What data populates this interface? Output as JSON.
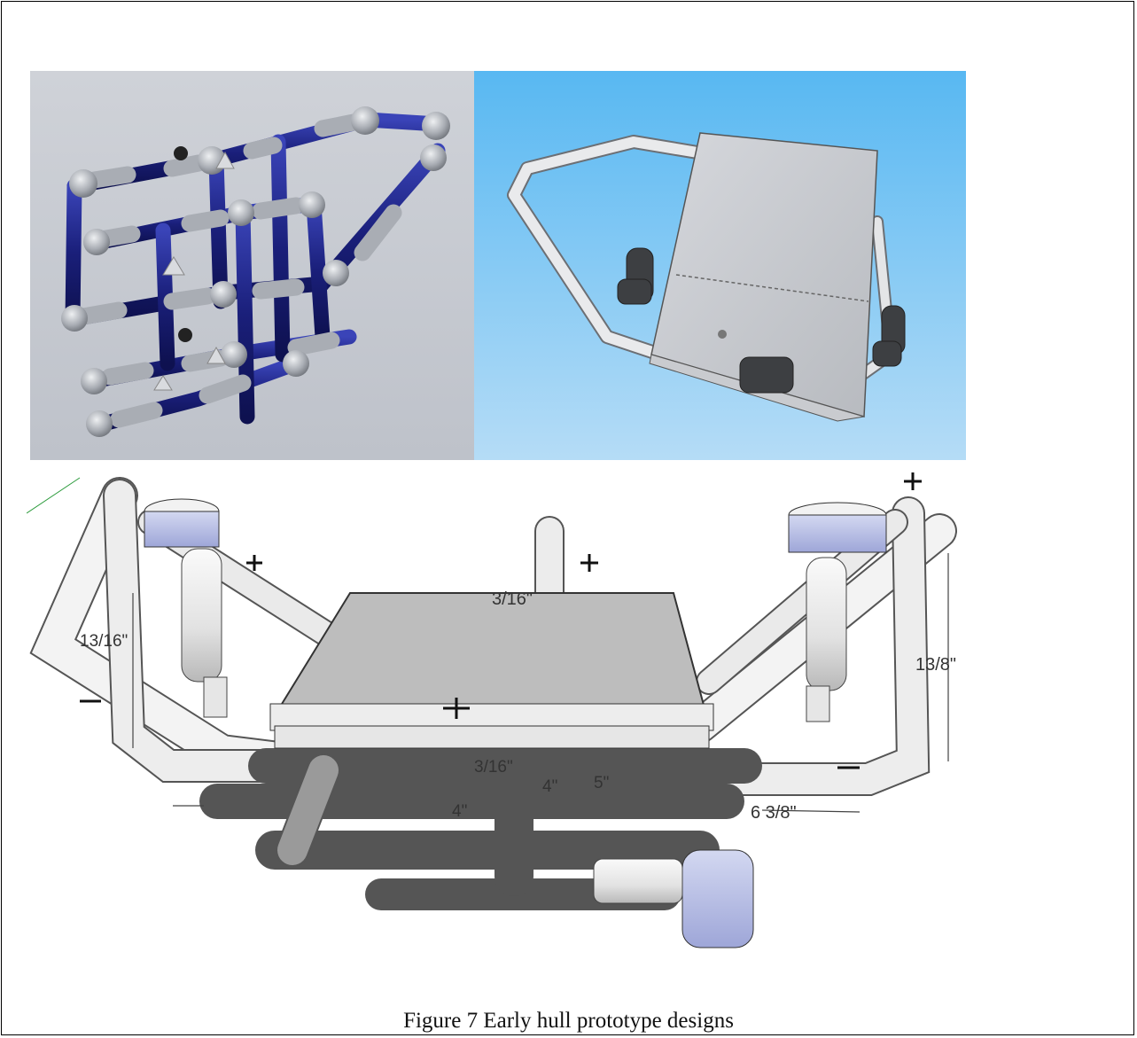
{
  "caption": "Figure 7 Early hull prototype designs",
  "colors": {
    "pipe_blue": "#1a1f7a",
    "pipe_gray": "#b9bcc2",
    "panel_a_bg": "#c9ccd3",
    "panel_b_sky_top": "#58b8f2",
    "panel_b_sky_bottom": "#b5dcf6"
  },
  "drawing_c": {
    "dimensions": {
      "top_center": "3/16\"",
      "left_height": "13/16\"",
      "right_height": "13/8\"",
      "middle_a": "3/16\"",
      "middle_b": "4\"",
      "middle_c": "5\"",
      "middle_d": "4\"",
      "right_span": "6 3/8\""
    }
  }
}
